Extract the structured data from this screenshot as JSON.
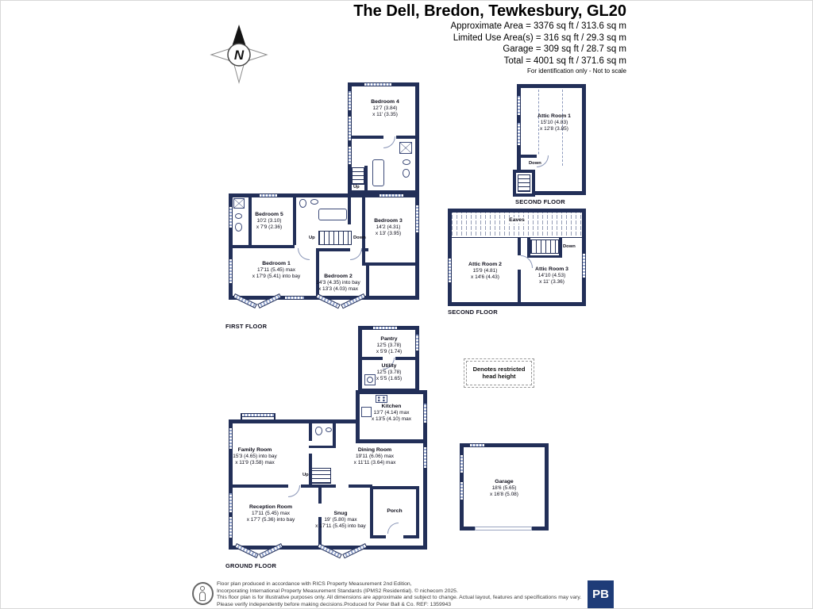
{
  "header": {
    "title": "The Dell, Bredon, Tewkesbury, GL20",
    "area_lines": [
      "Approximate Area = 3376 sq ft / 313.6 sq m",
      "Limited Use Area(s) = 316 sq ft / 29.3 sq m",
      "Garage = 309 sq ft / 28.7 sq m",
      "Total = 4001 sq ft / 371.6 sq m"
    ],
    "disclaimer": "For identification only - Not to scale"
  },
  "compass": {
    "label": "N"
  },
  "legend": {
    "restricted": "Denotes restricted head height"
  },
  "floors": {
    "first": "FIRST FLOOR",
    "second": "SECOND FLOOR",
    "ground": "GROUND FLOOR"
  },
  "labels": {
    "up": "Up",
    "down": "Down"
  },
  "rooms": {
    "bedroom4": {
      "name": "Bedroom 4",
      "dims1": "12'7 (3.84)",
      "dims2": "x 11' (3.35)"
    },
    "bedroom5": {
      "name": "Bedroom 5",
      "dims1": "10'2 (3.10)",
      "dims2": "x 7'9 (2.36)"
    },
    "bedroom3": {
      "name": "Bedroom 3",
      "dims1": "14'2 (4.31)",
      "dims2": "x 13' (3.95)"
    },
    "bedroom1": {
      "name": "Bedroom 1",
      "dims1": "17'11 (5.45) max",
      "dims2": "x 17'9 (5.41) into bay"
    },
    "bedroom2": {
      "name": "Bedroom 2",
      "dims1": "14'3 (4.35) into bay",
      "dims2": "x 13'3 (4.03) max"
    },
    "attic1": {
      "name": "Attic Room 1",
      "dims1": "15'10 (4.83)",
      "dims2": "x 12'8 (3.85)"
    },
    "attic2": {
      "name": "Attic Room 2",
      "dims1": "15'9 (4.81)",
      "dims2": "x 14'6 (4.43)"
    },
    "attic3": {
      "name": "Attic Room 3",
      "dims1": "14'10 (4.53)",
      "dims2": "x 11' (3.36)"
    },
    "eaves": {
      "name": "Eaves"
    },
    "pantry": {
      "name": "Pantry",
      "dims1": "12'5 (3.78)",
      "dims2": "x 5'9 (1.74)"
    },
    "utility": {
      "name": "Utility",
      "dims1": "12'5 (3.78)",
      "dims2": "x 5'5 (1.65)"
    },
    "kitchen": {
      "name": "Kitchen",
      "dims1": "13'7 (4.14) max",
      "dims2": "x 13'5 (4.10) max"
    },
    "family": {
      "name": "Family Room",
      "dims1": "15'3 (4.65) into bay",
      "dims2": "x 11'9 (3.58) max"
    },
    "dining": {
      "name": "Dining Room",
      "dims1": "19'11 (6.06) max",
      "dims2": "x 11'11 (3.64) max"
    },
    "reception": {
      "name": "Reception Room",
      "dims1": "17'11 (5.45) max",
      "dims2": "x 17'7 (5.36) into bay"
    },
    "snug": {
      "name": "Snug",
      "dims1": "19' (5.80) max",
      "dims2": "x 17'11 (5.45) into bay"
    },
    "porch": {
      "name": "Porch"
    },
    "garage": {
      "name": "Garage",
      "dims1": "18'6 (5.65)",
      "dims2": "x 16'8 (5.08)"
    }
  },
  "footer": {
    "lines": [
      "Floor plan produced in accordance with RICS Property Measurement 2nd Edition,",
      "Incorporating International Property Measurement Standards (IPMS2 Residential).  © nichecom 2025.",
      "This floor plan is for illustrative purposes only. All dimensions are approximate and subject to change. Actual layout, features and specifications may vary.",
      "Please verify independently before making decisions.Produced for Peter Ball & Co.   REF: 1359943"
    ],
    "logo": "PB"
  },
  "colors": {
    "wall_navy": "#222f58",
    "window_blue": "#96a7d0",
    "logo_navy": "#1e3c78"
  }
}
